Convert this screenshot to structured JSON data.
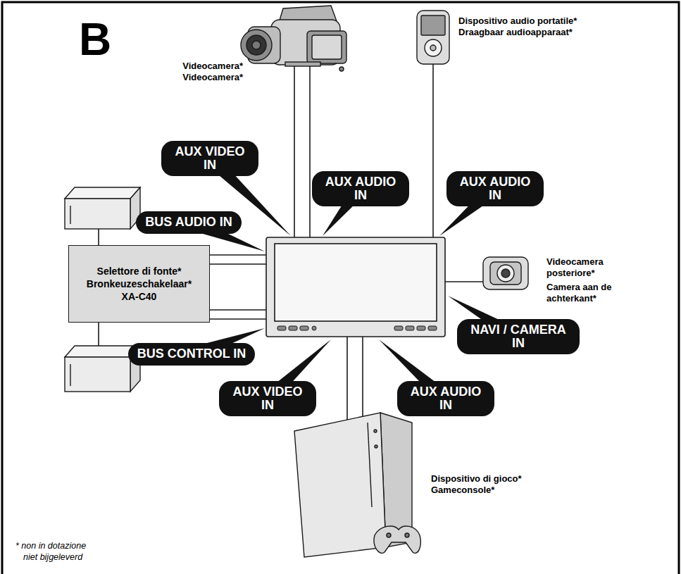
{
  "diagram": {
    "title": "B",
    "nodes": [
      {
        "text": [
          "AUX VIDEO IN"
        ]
      },
      {
        "text": [
          "AUX AUDIO IN"
        ]
      },
      {
        "text": [
          "AUX AUDIO IN"
        ]
      },
      {
        "text": [
          "BUS AUDIO IN"
        ]
      },
      {
        "text": [
          "Selettore di fonte*",
          "Bronkeuzeschakelaar*",
          "XA-C40"
        ]
      },
      {
        "text": [
          "BUS CONTROL IN"
        ]
      },
      {
        "text": [
          "NAVI / CAMERA IN"
        ]
      },
      {
        "text": [
          "AUX VIDEO IN"
        ]
      },
      {
        "text": [
          "AUX AUDIO IN"
        ]
      }
    ],
    "labels": [
      "Videocamera*",
      "Videocamera*",
      "Dispositivo audio portatile*",
      "Draagbaar audioapparaat*",
      "Videocamera posteriore*",
      "Camera aan de achterkant*",
      "Dispositivo di gioco*",
      "Gameconsole*",
      "* non in dotazione",
      "niet bijgeleverd"
    ]
  }
}
